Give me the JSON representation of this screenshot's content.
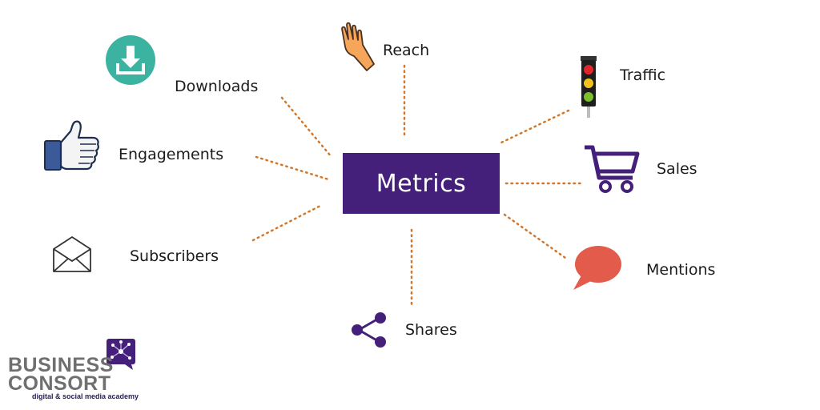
{
  "center": {
    "label": "Metrics",
    "color": "#44207a"
  },
  "connector_color": "#d2772a",
  "nodes": [
    {
      "id": "reach",
      "label": "Reach",
      "icon": "raised-hand-icon"
    },
    {
      "id": "traffic",
      "label": "Traffic",
      "icon": "traffic-light-icon"
    },
    {
      "id": "downloads",
      "label": "Downloads",
      "icon": "download-icon"
    },
    {
      "id": "engagements",
      "label": "Engagements",
      "icon": "thumbs-up-icon"
    },
    {
      "id": "sales",
      "label": "Sales",
      "icon": "shopping-cart-icon"
    },
    {
      "id": "subscribers",
      "label": "Subscribers",
      "icon": "envelope-icon"
    },
    {
      "id": "mentions",
      "label": "Mentions",
      "icon": "speech-bubble-icon"
    },
    {
      "id": "shares",
      "label": "Shares",
      "icon": "share-icon"
    }
  ],
  "logo": {
    "line1": "BUSINESS",
    "line2": "CONSORT",
    "tagline": "digital & social media academy",
    "accent": "#44207a"
  }
}
